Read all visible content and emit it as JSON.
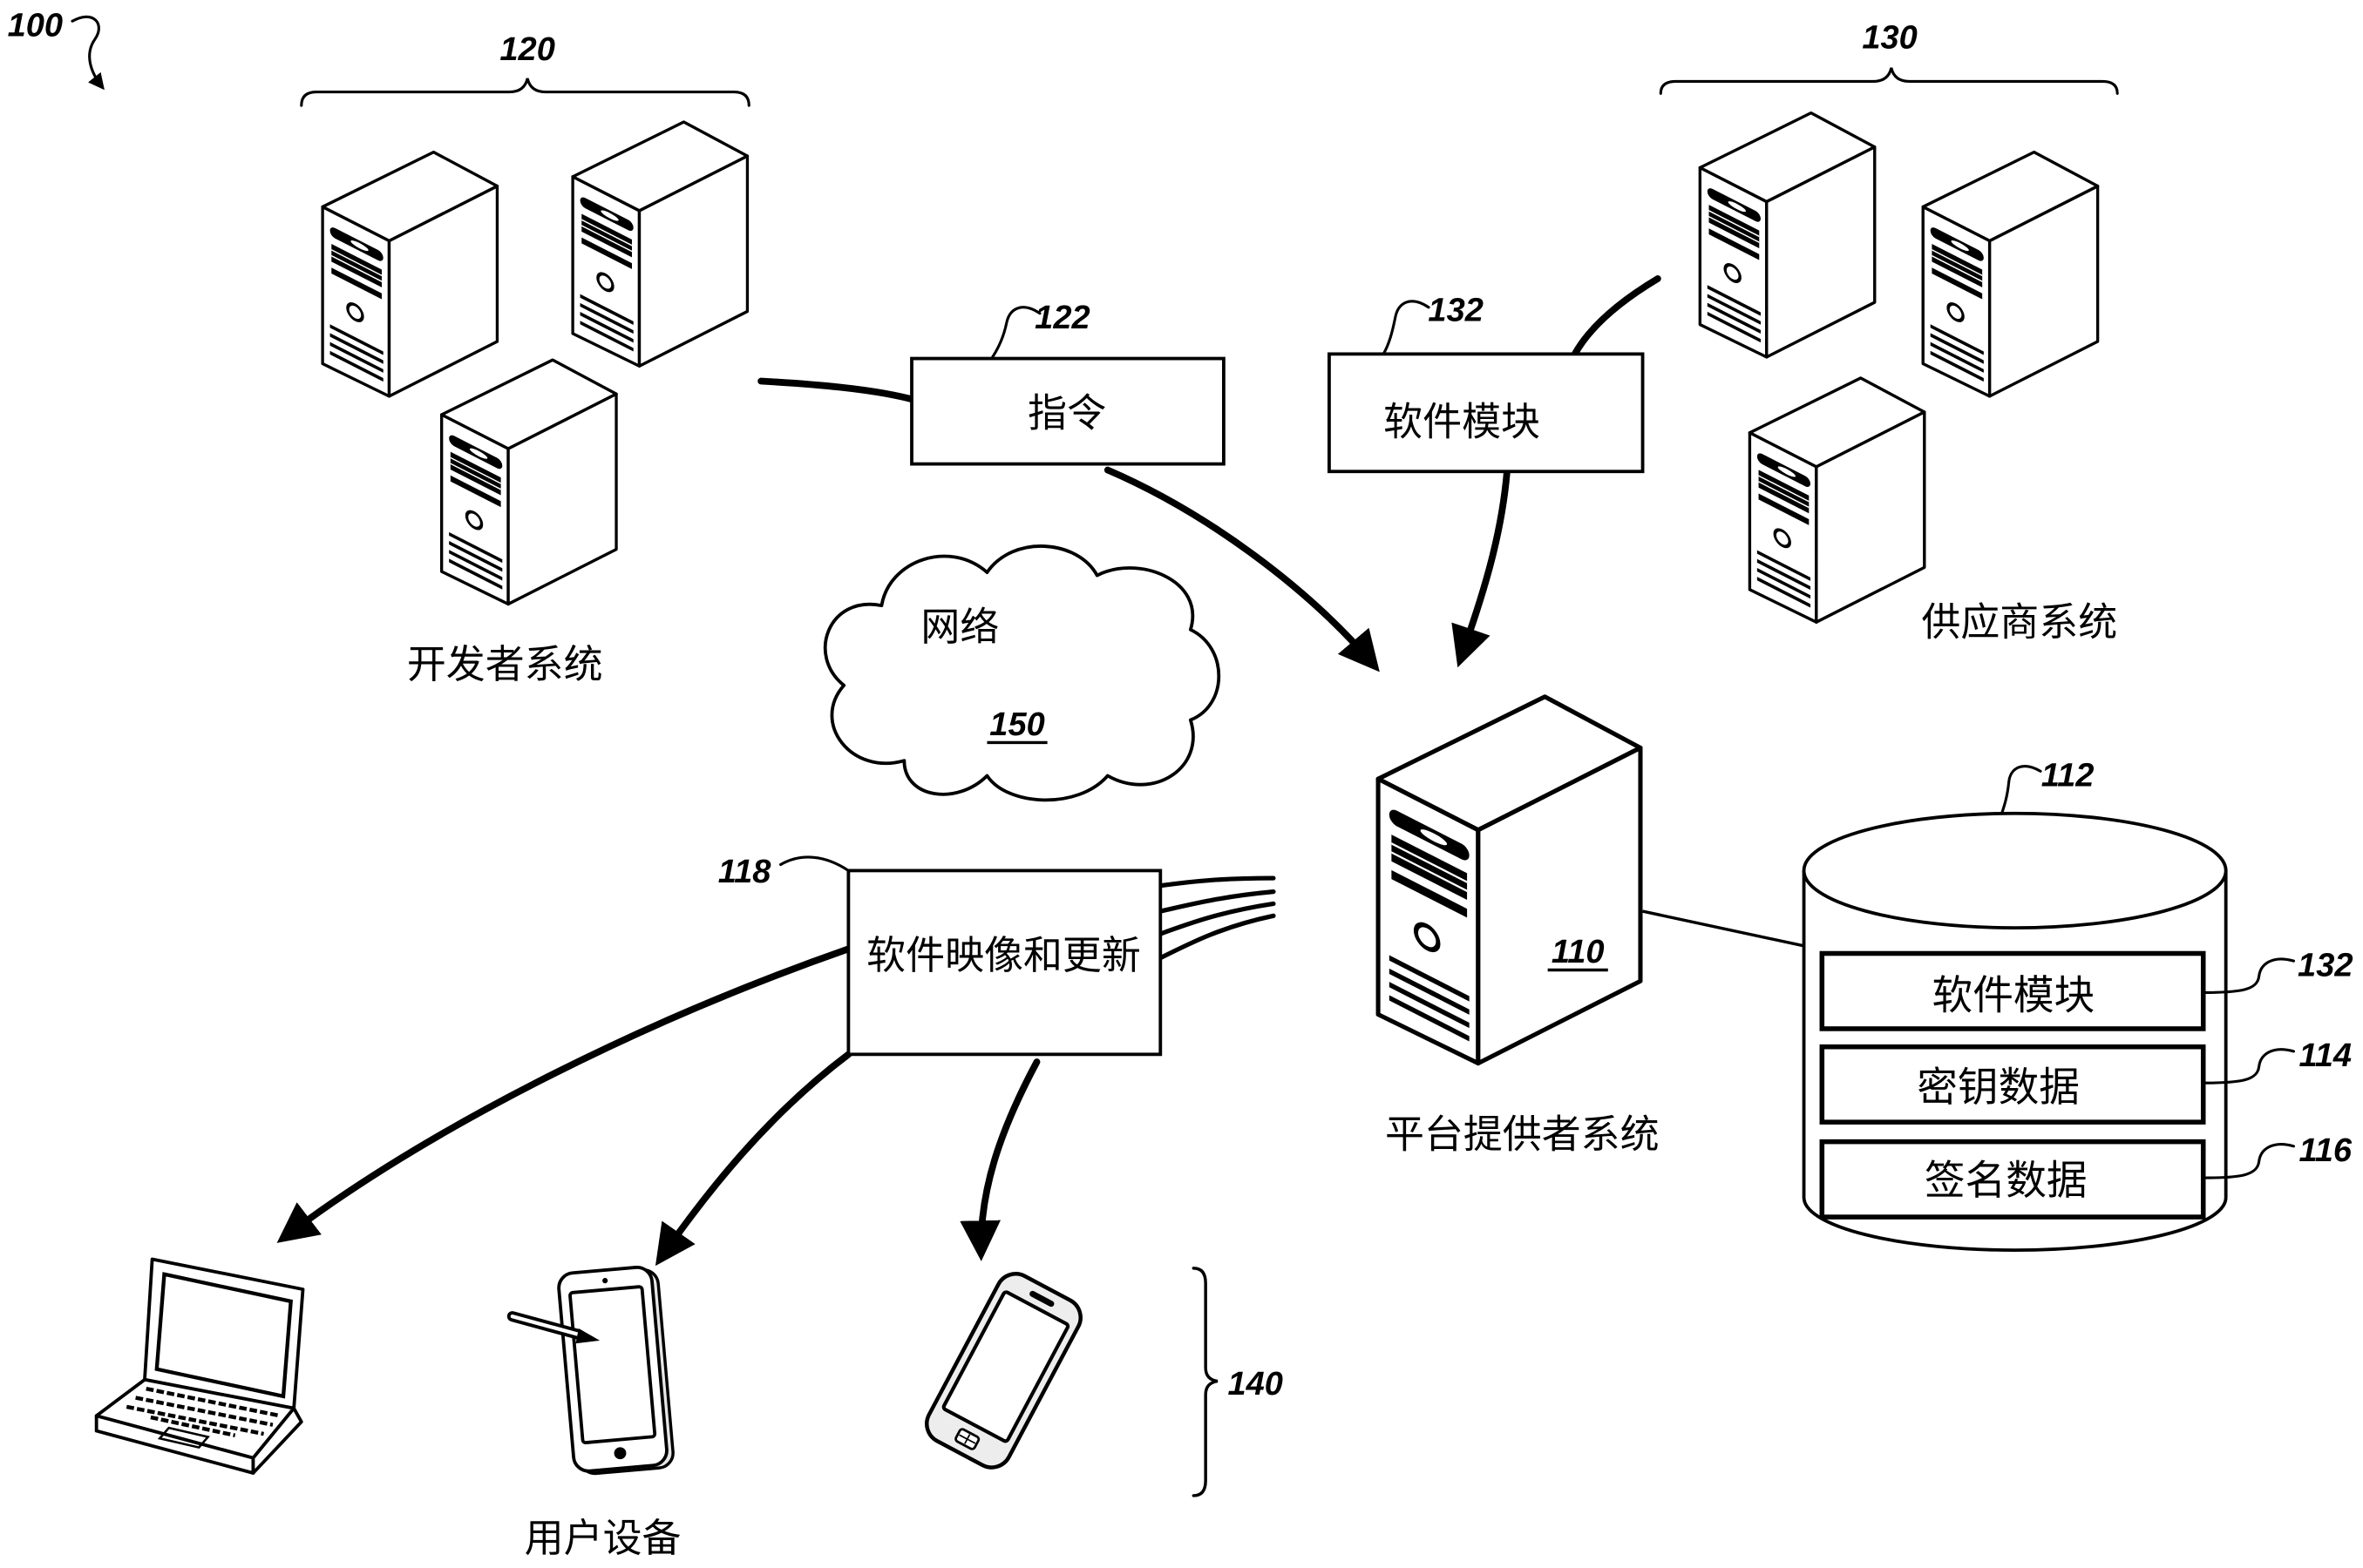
{
  "figure": {
    "ref_system": "100",
    "developer_group": {
      "ref": "120",
      "label": "开发者系统"
    },
    "supplier_group": {
      "ref": "130",
      "label": "供应商系统"
    },
    "instructions": {
      "ref": "122",
      "label": "指令"
    },
    "software_module_box": {
      "ref": "132",
      "label": "软件模块"
    },
    "network": {
      "label": "网络",
      "ref": "150"
    },
    "platform": {
      "ref": "110",
      "label": "平台提供者系统"
    },
    "datastore": {
      "ref": "112",
      "items": [
        {
          "ref": "132",
          "label": "软件模块"
        },
        {
          "ref": "114",
          "label": "密钥数据"
        },
        {
          "ref": "116",
          "label": "签名数据"
        }
      ]
    },
    "images_updates": {
      "ref": "118",
      "label": "软件映像和更新"
    },
    "user_devices": {
      "ref": "140",
      "label": "用户设备"
    }
  },
  "icons": {
    "server": "server-icon",
    "database": "database-cylinder-icon",
    "cloud": "cloud-icon",
    "laptop": "laptop-icon",
    "tablet": "tablet-icon",
    "smartphone": "smartphone-icon"
  },
  "colors": {
    "ink": "#000000",
    "background": "#ffffff"
  }
}
